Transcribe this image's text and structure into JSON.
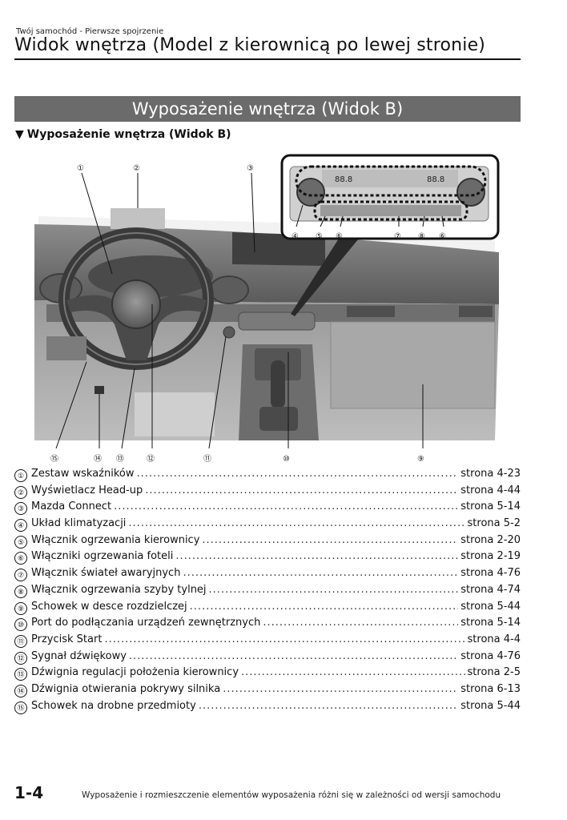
{
  "header": {
    "breadcrumb": "Twój samochód - Pierwsze spojrzenie",
    "title": "Widok wnętrza (Model z kierownicą po lewej stronie)"
  },
  "banner": {
    "title": "Wyposażenie wnętrza (Widok B)"
  },
  "section": {
    "triangle": "▼",
    "heading": "Wyposażenie wnętrza (Widok B)"
  },
  "figure": {
    "callouts_top": [
      "①",
      "②",
      "③"
    ],
    "callouts_inset": [
      "④",
      "⑤",
      "⑥",
      "⑦",
      "⑧",
      "⑥"
    ],
    "callouts_bottom": [
      "⑮",
      "⑭",
      "⑬",
      "⑫",
      "⑪",
      "⑩",
      "⑨"
    ],
    "display_left": "88.8",
    "display_right": "88.8"
  },
  "items": [
    {
      "num": "①",
      "label": "Zestaw wskaźników",
      "page": "strona 4-23"
    },
    {
      "num": "②",
      "label": "Wyświetlacz Head-up",
      "page": "strona 4-44"
    },
    {
      "num": "③",
      "label": "Mazda Connect",
      "page": "strona 5-14"
    },
    {
      "num": "④",
      "label": "Układ klimatyzacji",
      "page": "strona 5-2"
    },
    {
      "num": "⑤",
      "label": "Włącznik ogrzewania kierownicy",
      "page": "strona 2-20"
    },
    {
      "num": "⑥",
      "label": "Włączniki ogrzewania foteli",
      "page": "strona 2-19"
    },
    {
      "num": "⑦",
      "label": "Włącznik świateł awaryjnych",
      "page": "strona 4-76"
    },
    {
      "num": "⑧",
      "label": "Włącznik ogrzewania szyby tylnej",
      "page": "strona 4-74"
    },
    {
      "num": "⑨",
      "label": "Schowek w desce rozdzielczej",
      "page": "strona 5-44"
    },
    {
      "num": "⑩",
      "label": "Port do podłączania urządzeń zewnętrznych",
      "page": "strona 5-14"
    },
    {
      "num": "⑪",
      "label": "Przycisk Start",
      "page": "strona 4-4"
    },
    {
      "num": "⑫",
      "label": "Sygnał dźwiękowy",
      "page": "strona 4-76"
    },
    {
      "num": "⑬",
      "label": "Dźwignia regulacji położenia kierownicy",
      "page": "strona 2-5"
    },
    {
      "num": "⑭",
      "label": "Dźwignia otwierania pokrywy silnika",
      "page": "strona 6-13"
    },
    {
      "num": "⑮",
      "label": "Schowek na drobne przedmioty",
      "page": "strona 5-44"
    }
  ],
  "footer": {
    "page_number": "1-4",
    "note": "Wyposażenie i rozmieszczenie elementów wyposażenia różni się w zależności od wersji samochodu"
  }
}
